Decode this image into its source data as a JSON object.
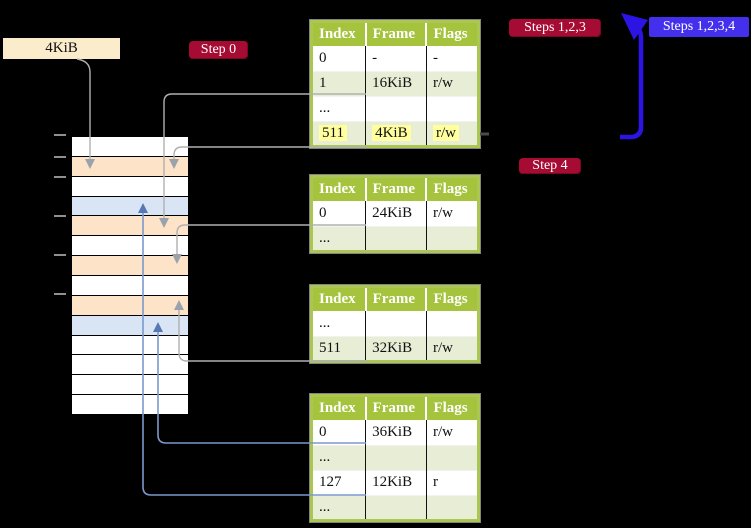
{
  "labels": {
    "size_label": "4KiB",
    "step0": "Step 0",
    "step4": "Step 4",
    "steps123": "Steps 1,2,3",
    "steps1234": "Steps 1,2,3,4"
  },
  "page_tables": [
    {
      "name": "page-table-level1",
      "headers": [
        "Index",
        "Frame",
        "Flags"
      ],
      "rows": [
        {
          "cells": [
            "0",
            "-",
            "-"
          ],
          "highlight": false
        },
        {
          "cells": [
            "1",
            "16KiB",
            "r/w"
          ],
          "highlight": false
        },
        {
          "cells": [
            "...",
            "",
            ""
          ],
          "highlight": false
        },
        {
          "cells": [
            "511",
            "4KiB",
            "r/w"
          ],
          "highlight": true
        }
      ]
    },
    {
      "name": "page-table-2",
      "headers": [
        "Index",
        "Frame",
        "Flags"
      ],
      "rows": [
        {
          "cells": [
            "0",
            "24KiB",
            "r/w"
          ],
          "highlight": false
        },
        {
          "cells": [
            "...",
            "",
            ""
          ],
          "highlight": false
        }
      ]
    },
    {
      "name": "page-table-3",
      "headers": [
        "Index",
        "Frame",
        "Flags"
      ],
      "rows": [
        {
          "cells": [
            "...",
            "",
            ""
          ],
          "highlight": false
        },
        {
          "cells": [
            "511",
            "32KiB",
            "r/w"
          ],
          "highlight": false
        }
      ]
    },
    {
      "name": "page-table-4",
      "headers": [
        "Index",
        "Frame",
        "Flags"
      ],
      "rows": [
        {
          "cells": [
            "0",
            "36KiB",
            "r/w"
          ],
          "highlight": false
        },
        {
          "cells": [
            "...",
            "",
            ""
          ],
          "highlight": false
        },
        {
          "cells": [
            "127",
            "12KiB",
            "r"
          ],
          "highlight": false
        },
        {
          "cells": [
            "...",
            "",
            ""
          ],
          "highlight": false
        }
      ]
    }
  ],
  "memory_strip": {
    "rows": [
      "white",
      "peach",
      "white",
      "blue",
      "peach",
      "white",
      "peach",
      "white",
      "peach",
      "blue",
      "white",
      "white",
      "white",
      "white"
    ]
  },
  "colors": {
    "background": "#000000",
    "table_header_bg": "#a5c33c",
    "table_alt_row_bg": "#e8eed6",
    "table_border": "#abc653",
    "highlight_yellow": "#ffff9e",
    "step_badge_red": "#a60c33",
    "steps1234_badge_blue": "#4430ec",
    "big_arrow_blue": "#2c15e4",
    "connector_gray": "#b0b0b0",
    "connector_blue": "#7b99cc",
    "frame_peach": "#fde3c7",
    "frame_blue": "#d9e5f5",
    "size_label_bg": "#fbeccb"
  }
}
